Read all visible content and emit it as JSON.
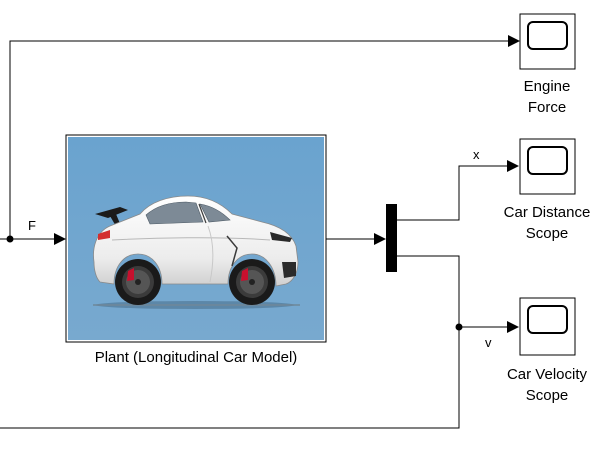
{
  "blocks": {
    "plant": {
      "label": "Plant (Longitudinal Car Model)"
    },
    "engine_scope": {
      "label_line1": "Engine",
      "label_line2": "Force"
    },
    "distance_scope": {
      "label_line1": "Car Distance",
      "label_line2": "Scope"
    },
    "velocity_scope": {
      "label_line1": "Car Velocity",
      "label_line2": "Scope"
    }
  },
  "signals": {
    "force": "F",
    "distance": "x",
    "velocity": "v"
  },
  "colors": {
    "plant_background": "#6fa4cc",
    "car_body": "#f3f3f3",
    "wheel": "#1a1a1a",
    "brake_caliper": "#c8102e",
    "line": "#000000",
    "scope_fill": "#ffffff"
  }
}
